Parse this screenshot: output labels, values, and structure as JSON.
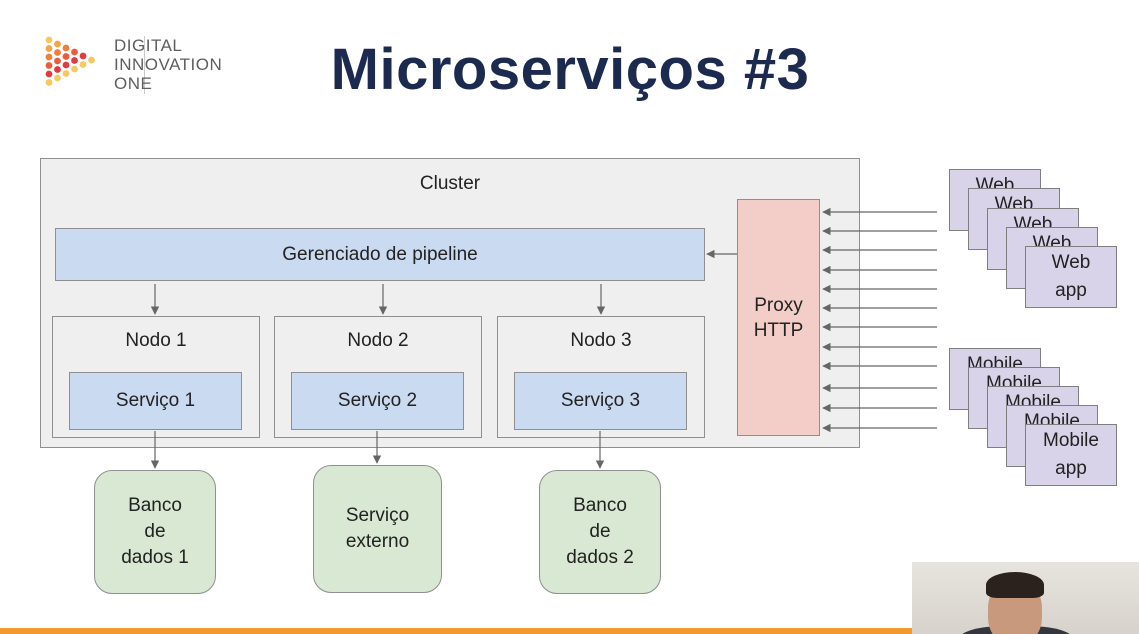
{
  "header": {
    "logo_lines": [
      "DIGITAL",
      "INNOVATION",
      "ONE"
    ],
    "title": "Microserviços #3"
  },
  "diagram": {
    "cluster_label": "Cluster",
    "pipeline_label": "Gerenciado de pipeline",
    "proxy_label": "Proxy\nHTTP",
    "nodes": [
      {
        "label": "Nodo 1",
        "service": "Serviço 1"
      },
      {
        "label": "Nodo 2",
        "service": "Serviço 2"
      },
      {
        "label": "Nodo 3",
        "service": "Serviço 3"
      }
    ],
    "backends": [
      "Banco\nde\ndados 1",
      "Serviço\nexterno",
      "Banco\nde\ndados 2"
    ],
    "web_apps": [
      "Web",
      "Web",
      "Web",
      "Web",
      "Web\napp"
    ],
    "mobile_apps": [
      "Mobile",
      "Mobile",
      "Mobile",
      "Mobile",
      "Mobile\napp"
    ]
  },
  "colors": {
    "title": "#1c2a4f",
    "pipeline_fill": "#c9daf1",
    "proxy_fill": "#f3cdc8",
    "backend_fill": "#d9e8d2",
    "client_fill": "#d9d3ea",
    "accent_bar": "#f29a2e"
  }
}
